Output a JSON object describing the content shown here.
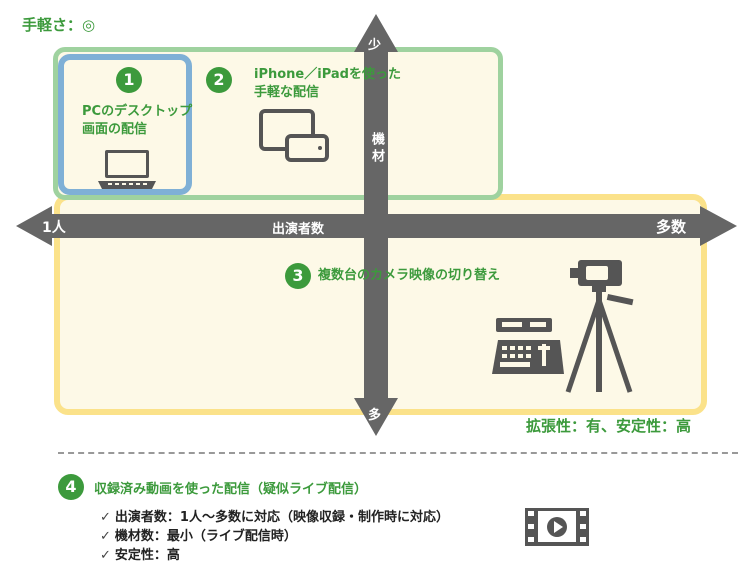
{
  "ease_label": "手軽さ：◎",
  "quadrants": [
    {
      "number": "1",
      "text": "PCのデスクトップ\n画面の配信"
    },
    {
      "number": "2",
      "text": "iPhone／iPadを使った\n手軽な配信"
    },
    {
      "number": "3",
      "text": "複数台のカメラ映像の切り替え"
    }
  ],
  "axis": {
    "left": "1人",
    "center": "出演者数",
    "right": "多数",
    "top": "少",
    "vertical_label": "機材",
    "bottom": "多"
  },
  "stability_label": "拡張性：有、安定性：高",
  "item4": {
    "number": "4",
    "title": "収録済み動画を使った配信（疑似ライブ配信）",
    "checkmark": "✓",
    "bullets": [
      "出演者数：1人〜多数に対応（映像収録・制作時に対応）",
      "機材数：最小（ライブ配信時）",
      "安定性：高"
    ]
  },
  "colors": {
    "green": "#3c9a3c",
    "arrow": "#666666",
    "yellow_border": "#fbe28a",
    "green_border": "#9fd29f",
    "blue_border": "#7fb0d6",
    "fill": "#fdf9e7"
  }
}
